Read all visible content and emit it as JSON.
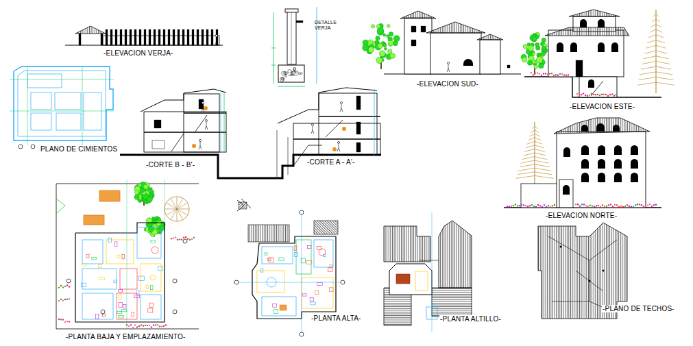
{
  "diagram": {
    "labels": [
      "-ELEVACION VERJA-",
      "DETALLE VERJA",
      "-ELEVACION SUD-",
      "-ELEVACION ESTE-",
      "PLANO DE CIMIENTOS",
      "-CORTE B - B'-",
      "-CORTE A - A'-",
      "-ELEVACION NORTE-",
      "-PLANTA BAJA Y EMPLAZAMIENTO-",
      "-PLANTA ALTA-",
      "-PLANTA ALTILLO-",
      "-PLANO DE TECHOS-"
    ]
  }
}
